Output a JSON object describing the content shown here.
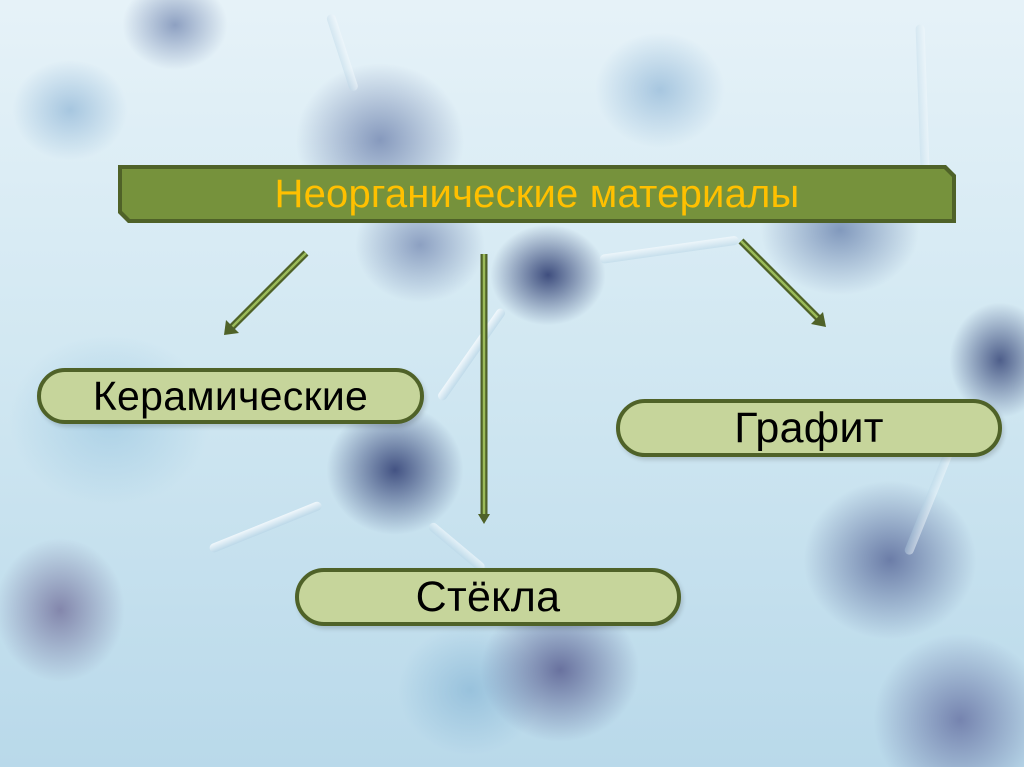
{
  "diagram": {
    "title": "Неорганические материалы",
    "nodes": [
      {
        "id": "ceramics",
        "label": "Керамические"
      },
      {
        "id": "graphite",
        "label": "Графит"
      },
      {
        "id": "glass",
        "label": "Стёкла"
      }
    ],
    "edges": [
      {
        "from": "title",
        "to": "ceramics"
      },
      {
        "from": "title",
        "to": "glass"
      },
      {
        "from": "title",
        "to": "graphite"
      }
    ]
  },
  "colors": {
    "title_fill": "#76923c",
    "title_border": "#4f6228",
    "title_text": "#ffc000",
    "node_fill": "#c6d59b",
    "node_border": "#4f6228",
    "node_text": "#000000",
    "arrow_fill": "#9bbb59",
    "arrow_outline": "#4f6228",
    "background": "#d2e8f2"
  },
  "background": {
    "description": "blurred blue molecular ball-and-stick model"
  }
}
